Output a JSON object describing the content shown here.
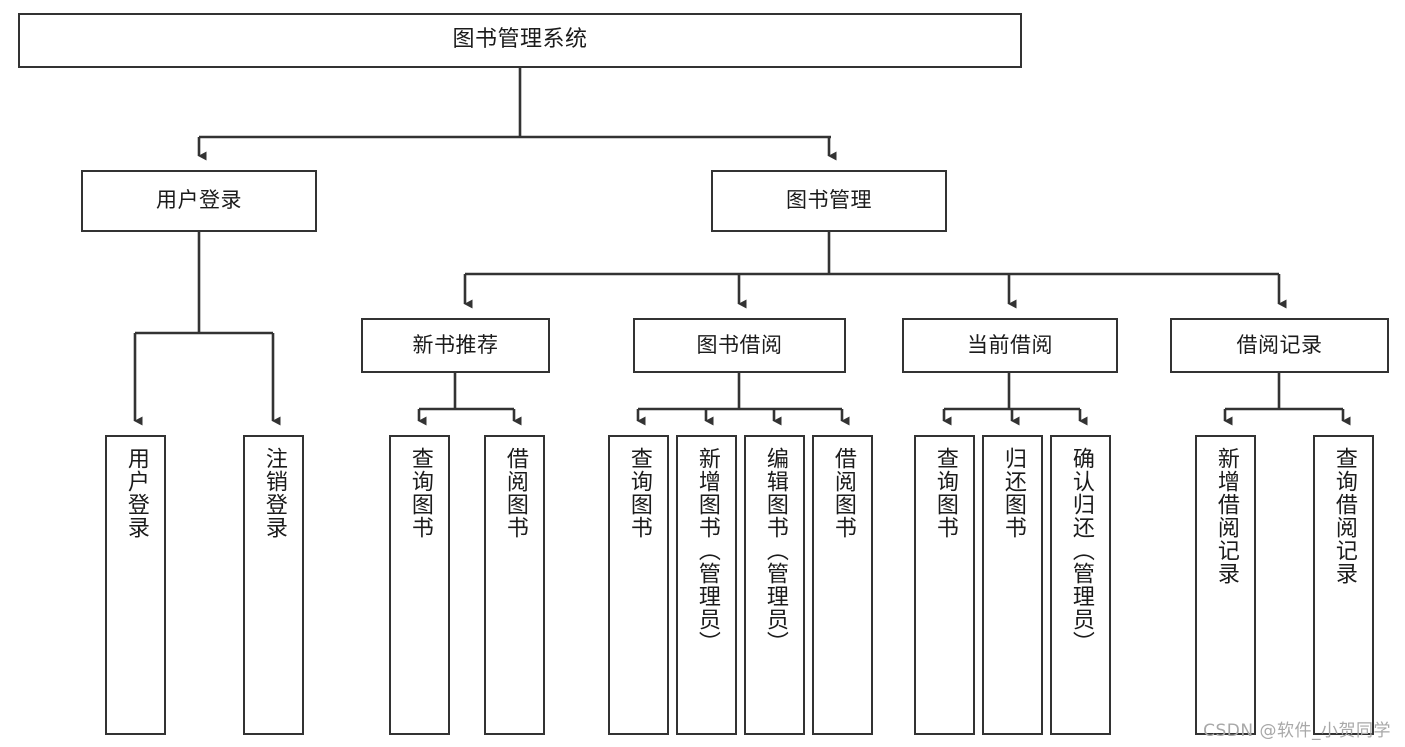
{
  "diagram": {
    "type": "tree",
    "title": "图书管理系统",
    "root": {
      "label": "图书管理系统"
    },
    "level2": [
      {
        "label": "用户登录"
      },
      {
        "label": "图书管理"
      }
    ],
    "level3": [
      {
        "label": "新书推荐"
      },
      {
        "label": "图书借阅"
      },
      {
        "label": "当前借阅"
      },
      {
        "label": "借阅记录"
      }
    ],
    "leaves": {
      "user_login": [
        {
          "label": "用户登录"
        },
        {
          "label": "注销登录"
        }
      ],
      "new_book_recommend": [
        {
          "label": "查询图书"
        },
        {
          "label": "借阅图书"
        }
      ],
      "book_borrow": [
        {
          "label": "查询图书"
        },
        {
          "label": "新增图书（管理员）"
        },
        {
          "label": "编辑图书（管理员）"
        },
        {
          "label": "借阅图书"
        }
      ],
      "current_loan": [
        {
          "label": "查询图书"
        },
        {
          "label": "归还图书"
        },
        {
          "label": "确认归还（管理员）"
        }
      ],
      "loan_record": [
        {
          "label": "新增借阅记录"
        },
        {
          "label": "查询借阅记录"
        }
      ]
    }
  },
  "watermark": {
    "text": "CSDN @软件_小贺同学"
  },
  "colors": {
    "border": "#333333",
    "background": "#ffffff",
    "text": "#1b1b1b",
    "watermark": "#a8a8a8"
  }
}
